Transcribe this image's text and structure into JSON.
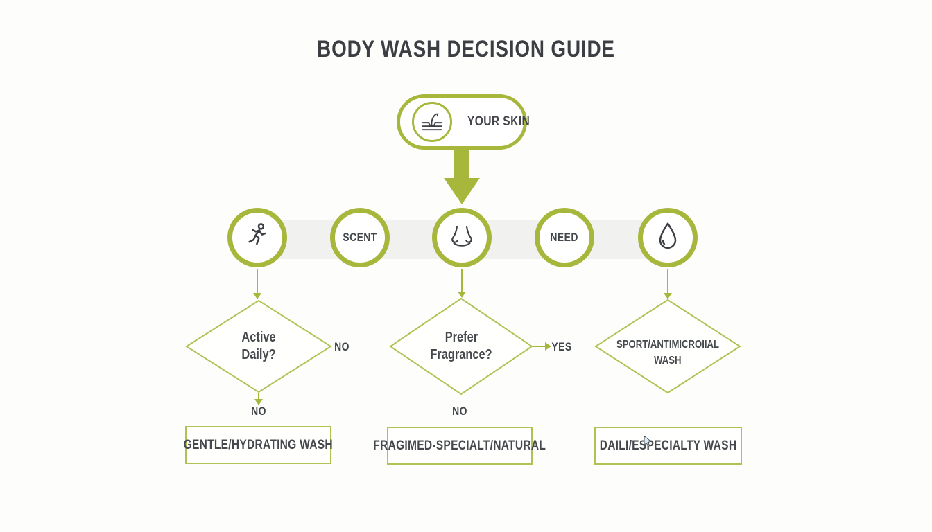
{
  "title": "BODY WASH DECISION GUIDE",
  "colors": {
    "green_thick": "#a6b73c",
    "green_thin": "#b2c153",
    "text_dark": "#3b3e42",
    "band_gray": "#f1f1f0",
    "background": "#fdfdfc"
  },
  "flow": {
    "root": {
      "label": "YOUR SKIN",
      "icon": "skin-follicle-icon"
    },
    "factors": [
      {
        "id": "activity",
        "icon": "runner-icon",
        "label": ""
      },
      {
        "id": "scent",
        "icon": "",
        "label": "SCENT"
      },
      {
        "id": "smell",
        "icon": "nose-icon",
        "label": ""
      },
      {
        "id": "need",
        "icon": "",
        "label": "NEED"
      },
      {
        "id": "moisture",
        "icon": "droplet-icon",
        "label": ""
      }
    ],
    "decisions": [
      {
        "line1": "Active",
        "line2": "Daily?",
        "side_label": "NO",
        "bottom_label": "NO"
      },
      {
        "line1": "Prefer",
        "line2": "Fragrance?",
        "side_label": "YES",
        "bottom_label": "NO"
      },
      {
        "line1": "SPORT/ANTIMICROIIAL",
        "line2": "WASH",
        "side_label": "",
        "bottom_label": ""
      }
    ],
    "outcomes": [
      {
        "label": "GENTLE/HYDRATING WASH"
      },
      {
        "label": "FRAGIMED-SPECIALT/NATURAL"
      },
      {
        "label": "DAILI/ESPECIALTY WASH"
      }
    ]
  }
}
